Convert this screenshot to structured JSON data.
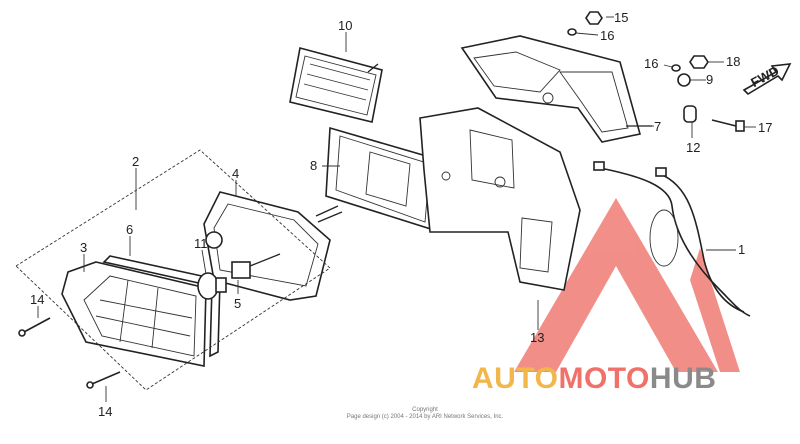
{
  "callouts": {
    "c1": "1",
    "c2": "2",
    "c3": "3",
    "c4": "4",
    "c5": "5",
    "c6": "6",
    "c7": "7",
    "c8": "8",
    "c9": "9",
    "c10": "10",
    "c11": "11",
    "c12": "12",
    "c13": "13",
    "c14a": "14",
    "c14b": "14",
    "c15": "15",
    "c16a": "16",
    "c16b": "16",
    "c17": "17",
    "c18": "18"
  },
  "fwd_label": "FWD",
  "copyright": {
    "line1": "Copyright",
    "line2": "Page design (c) 2004 - 2014 by ARI Network Services, Inc."
  },
  "watermark": {
    "part1": "AUTO",
    "part2": "MOTO",
    "part3": "HUB",
    "colors": {
      "auto": "#f2b64a",
      "moto": "#f0706a",
      "hub": "#8a8a8a"
    }
  }
}
